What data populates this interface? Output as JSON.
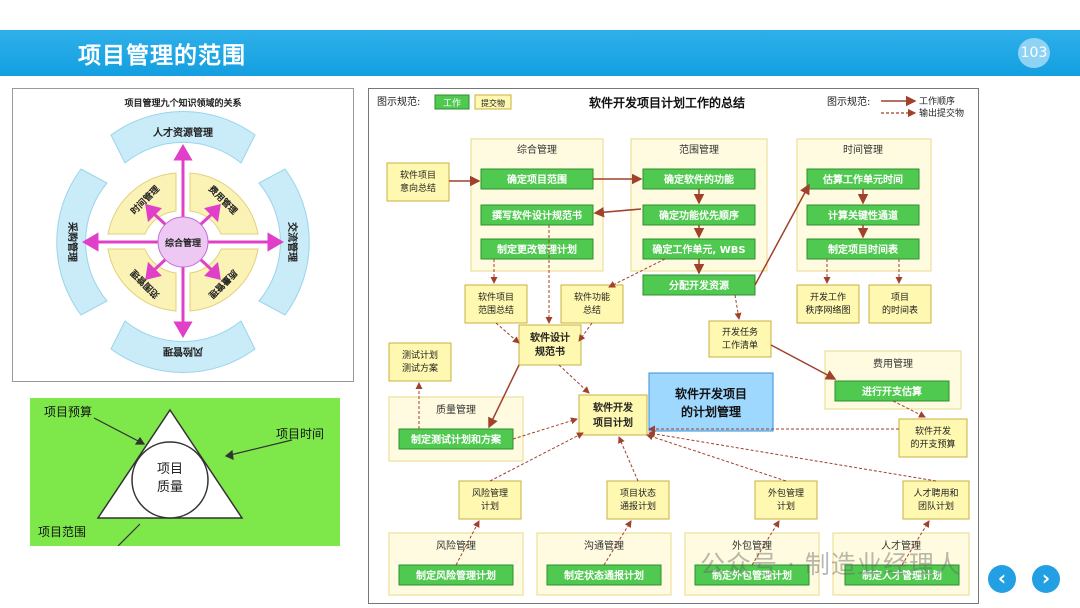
{
  "header": {
    "title": "项目管理的范围",
    "page_number": "103"
  },
  "ring": {
    "title": "项目管理九个知识领域的关系",
    "center": "综合管理",
    "outer_top": "人才资源管理",
    "outer_right": "交流管理",
    "outer_bottom": "风险管理",
    "outer_left": "采购管理",
    "inner_tl": "时间管理",
    "inner_tr": "费用管理",
    "inner_bl": "范围管理",
    "inner_br": "质量管理"
  },
  "triangle": {
    "center": "项目\n质量",
    "budget": "项目预算",
    "time": "项目时间",
    "scope": "项目范围"
  },
  "flow": {
    "title": "软件开发项目计划工作的总结",
    "legend_left_label": "图示规范:",
    "legend_work": "工作",
    "legend_doc": "提交物",
    "legend_right_label": "图示规范:",
    "legend_order": "工作顺序",
    "legend_output": "输出提交物",
    "groups": {
      "integration": "综合管理",
      "scope": "范围管理",
      "time": "时间管理",
      "quality": "质量管理",
      "cost": "费用管理",
      "risk": "风险管理",
      "comm": "沟通管理",
      "outsourcing": "外包管理",
      "hr": "人才管理"
    },
    "tasks": {
      "i1": "确定项目范围",
      "i2": "撰写软件设计规范书",
      "i3": "制定更改管理计划",
      "s1": "确定软件的功能",
      "s2": "确定功能优先顺序",
      "s3": "确定工作单元, WBS",
      "s4": "分配开发资源",
      "t1": "估算工作单元时间",
      "t2": "计算关键性通道",
      "t3": "制定项目时间表",
      "q1": "制定测试计划和方案",
      "c1": "进行开支估算",
      "r1": "制定风险管理计划",
      "m1": "制定状态通报计划",
      "o1": "制定外包管理计划",
      "h1": "制定人才管理计划"
    },
    "docs": {
      "d_in1": "软件项目",
      "d_in2": "意向总结",
      "d_sc1": "软件项目",
      "d_sc2": "范围总结",
      "d_fn1": "软件功能",
      "d_fn2": "总结",
      "d_spec1": "软件设计",
      "d_spec2": "规范书",
      "d_dev1": "开发工作",
      "d_dev2": "秩序网络图",
      "d_sch1": "项目",
      "d_sch2": "的时间表",
      "d_task1": "开发任务",
      "d_task2": "工作清单",
      "d_test1": "测试计划",
      "d_test2": "测试方案",
      "d_plan1": "软件开发",
      "d_plan2": "项目计划",
      "d_bud1": "软件开发",
      "d_bud2": "的开支预算",
      "d_rk1": "风险管理",
      "d_rk2": "计划",
      "d_st1": "项目状态",
      "d_st2": "通报计划",
      "d_os1": "外包管理",
      "d_os2": "计划",
      "d_hr1": "人才聘用和",
      "d_hr2": "团队计划"
    },
    "center_box1": "软件开发项目",
    "center_box2": "的计划管理"
  },
  "watermark": "公众号 · 制造业经理人",
  "nav": {
    "prev": "‹",
    "next": "›"
  },
  "colors": {
    "title_bar": "#139fe0",
    "work_green": "#4fc94f",
    "doc_yellow": "#fff8b0",
    "group_bg": "#fffbe0",
    "ring_blue": "#c9ecf8",
    "ring_yellow": "#fbf2b6",
    "arrow_magenta": "#e040c8",
    "triangle_bg": "#7ee84a"
  }
}
